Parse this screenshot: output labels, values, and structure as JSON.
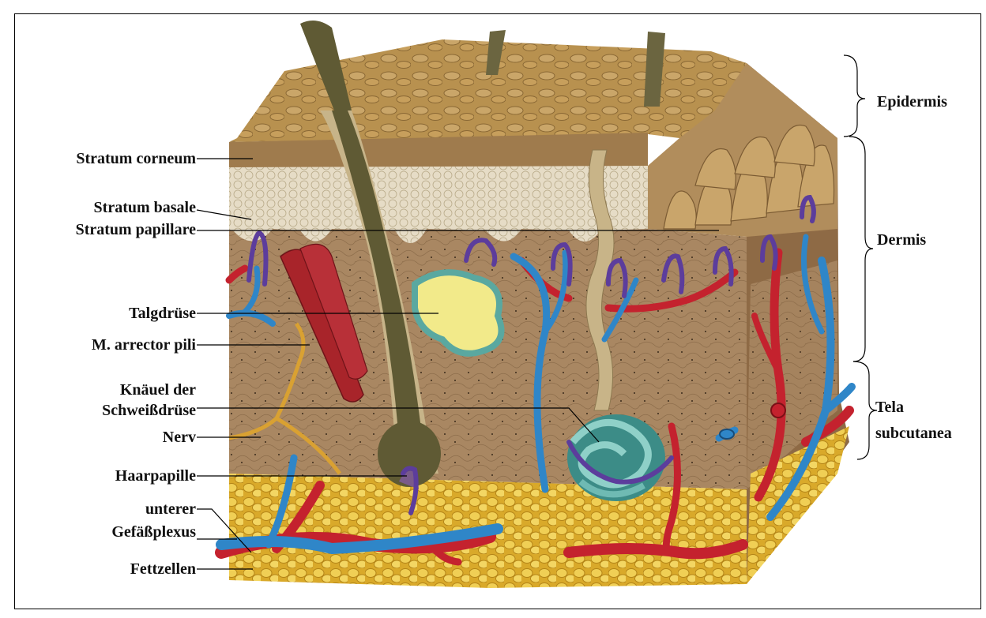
{
  "left_labels": {
    "stratum_corneum": "Stratum corneum",
    "stratum_basale": "Stratum basale",
    "stratum_papillare": "Stratum papillare",
    "talgdruese": "Talgdrüse",
    "arrector_pili": "M. arrector pili",
    "schweissdruese_line1": "Knäuel der",
    "schweissdruese_line2": "Schweißdrüse",
    "nerv": "Nerv",
    "haarpapille": "Haarpapille",
    "gefaessplexus_line1": "unterer",
    "gefaessplexus_line2": "Gefäßplexus",
    "fettzellen": "Fettzellen"
  },
  "right_labels": {
    "epidermis": "Epidermis",
    "dermis": "Dermis",
    "tela_line1": "Tela",
    "tela_line2": "subcutanea"
  },
  "colors": {
    "skin_surface": "#b98f52",
    "dermis": "#a88460",
    "epidermis_cells": "#e3d8c2",
    "fat": "#ecc74a",
    "artery": "#c4222e",
    "vein": "#2f86c8",
    "hair": "#5f5a34",
    "muscle": "#a8242a",
    "sebaceous": "#f2ea8a",
    "sweat_gland": "#58a9a3",
    "nerve": "#d9a132"
  }
}
